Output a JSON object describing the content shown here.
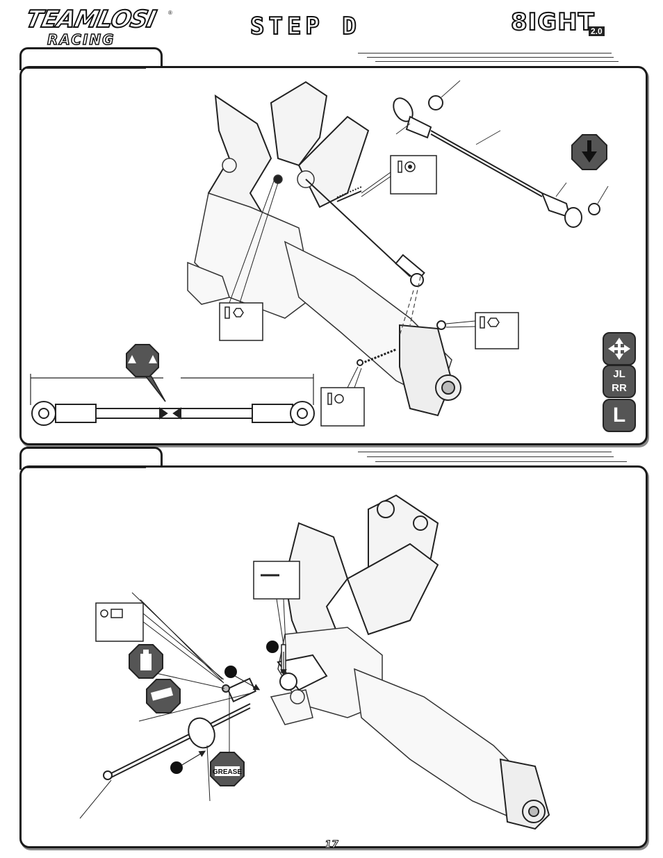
{
  "header": {
    "brand_line1": "TEAMLOSI",
    "brand_line2": "RACING",
    "registered_mark": "®",
    "step_title": "STEP D",
    "product_logo_main": "8IGHT",
    "product_logo_version": "2.0"
  },
  "diagram_top": {
    "callouts": [
      "hardware-box-ball-stud",
      "hardware-box-nut-left",
      "hardware-box-nut-right",
      "hardware-box-screw-bottom"
    ],
    "side_icons": [
      "move-arrows-icon",
      "left-right-icon",
      "left-side-icon"
    ],
    "side_icon_text": {
      "lr": "JL RR",
      "l": "L"
    }
  },
  "diagram_bottom": {
    "grease_label": "GREASE"
  },
  "footer": {
    "page_number": "17"
  }
}
